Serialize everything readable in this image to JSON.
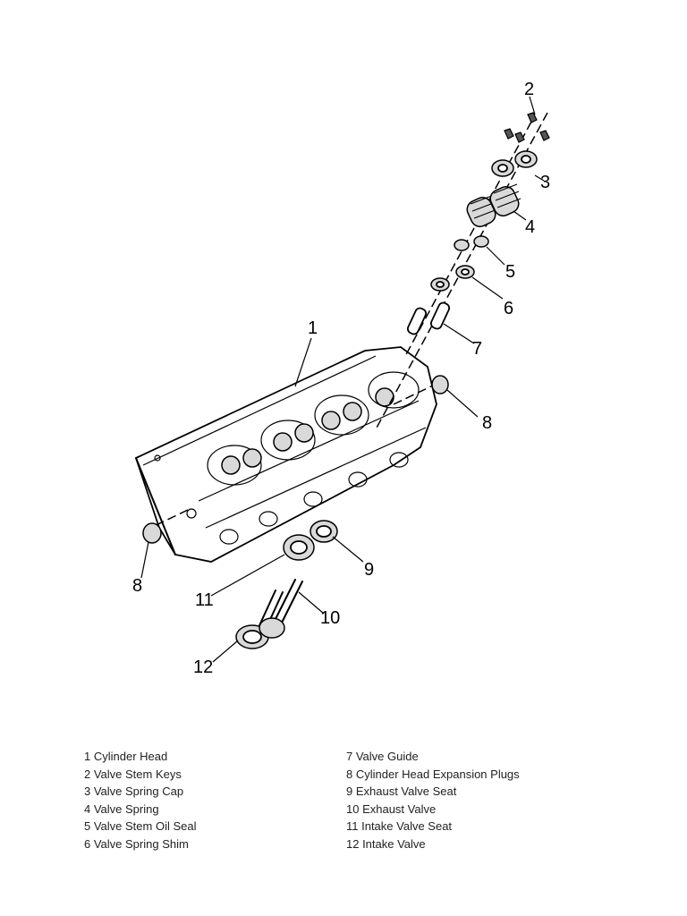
{
  "callouts": [
    "1",
    "2",
    "3",
    "4",
    "5",
    "6",
    "7",
    "8",
    "8",
    "9",
    "10",
    "11",
    "12"
  ],
  "legend": {
    "left": [
      "1 Cylinder Head",
      "2 Valve Stem Keys",
      "3 Valve Spring Cap",
      "4 Valve Spring",
      "5 Valve Stem Oil Seal",
      "6 Valve Spring Shim"
    ],
    "right": [
      "7 Valve Guide",
      "8 Cylinder Head Expansion Plugs",
      "9 Exhaust Valve Seat",
      "10 Exhaust Valve",
      "11 Intake Valve Seat",
      "12 Intake Valve"
    ]
  }
}
